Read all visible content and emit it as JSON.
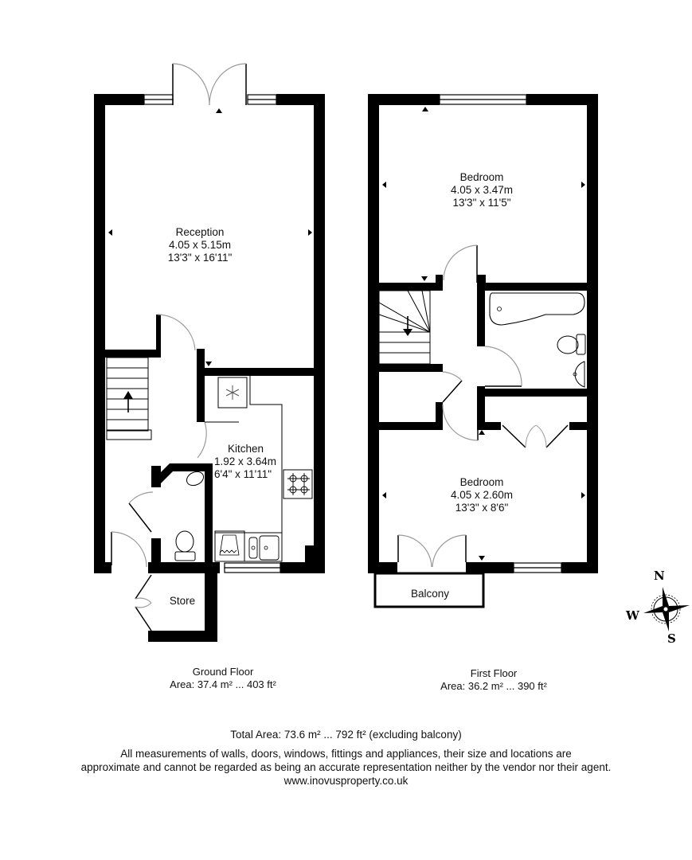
{
  "ground_floor": {
    "title": "Ground Floor",
    "area": "Area: 37.4 m² ... 403 ft²",
    "rooms": {
      "reception": {
        "name": "Reception",
        "metric": "4.05 x 5.15m",
        "imperial": "13'3\" x 16'11\""
      },
      "kitchen": {
        "name": "Kitchen",
        "metric": "1.92 x 3.64m",
        "imperial": "6'4\" x 11'11\""
      },
      "store": {
        "name": "Store"
      }
    }
  },
  "first_floor": {
    "title": "First Floor",
    "area": "Area: 36.2 m² ... 390 ft²",
    "rooms": {
      "bedroom_1": {
        "name": "Bedroom",
        "metric": "4.05 x 3.47m",
        "imperial": "13'3\" x 11'5\""
      },
      "bedroom_2": {
        "name": "Bedroom",
        "metric": "4.05 x 2.60m",
        "imperial": "13'3\" x 8'6\""
      },
      "balcony": {
        "name": "Balcony"
      }
    }
  },
  "compass": {
    "north": "N",
    "south": "S",
    "west": "W"
  },
  "footer": {
    "total_area": "Total Area: 73.6 m² ... 792 ft² (excluding balcony)",
    "disclaimer_line1": "All measurements of walls, doors, windows, fittings and appliances, their size and locations are",
    "disclaimer_line2": "approximate and cannot be regarded as being an accurate representation neither by the vendor nor their agent.",
    "website": "www.inovusproperty.co.uk"
  },
  "colors": {
    "wall": "#000000",
    "door_arc": "#9a9a9a",
    "background": "#ffffff"
  }
}
